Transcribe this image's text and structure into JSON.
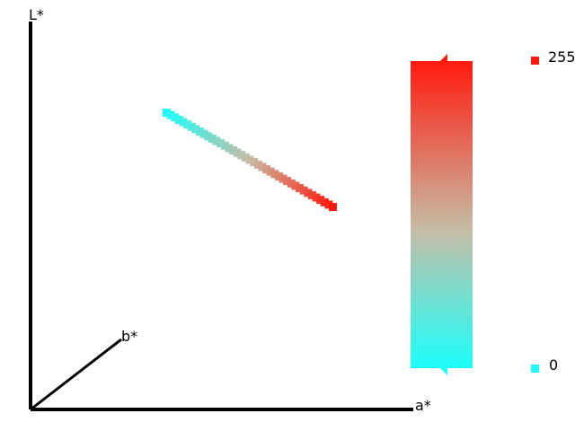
{
  "axes": {
    "l_label": "L*",
    "a_label": "a*",
    "b_label": "b*"
  },
  "colorbar": {
    "top_color": "#ff1a0e",
    "mid_color": "#c6bda6",
    "bottom_color": "#1cfffb",
    "max_label": "255",
    "min_label": "0"
  },
  "gradient_line": {
    "start_color": "#1cfffb",
    "end_color": "#ff1a0e",
    "steps": 40
  }
}
